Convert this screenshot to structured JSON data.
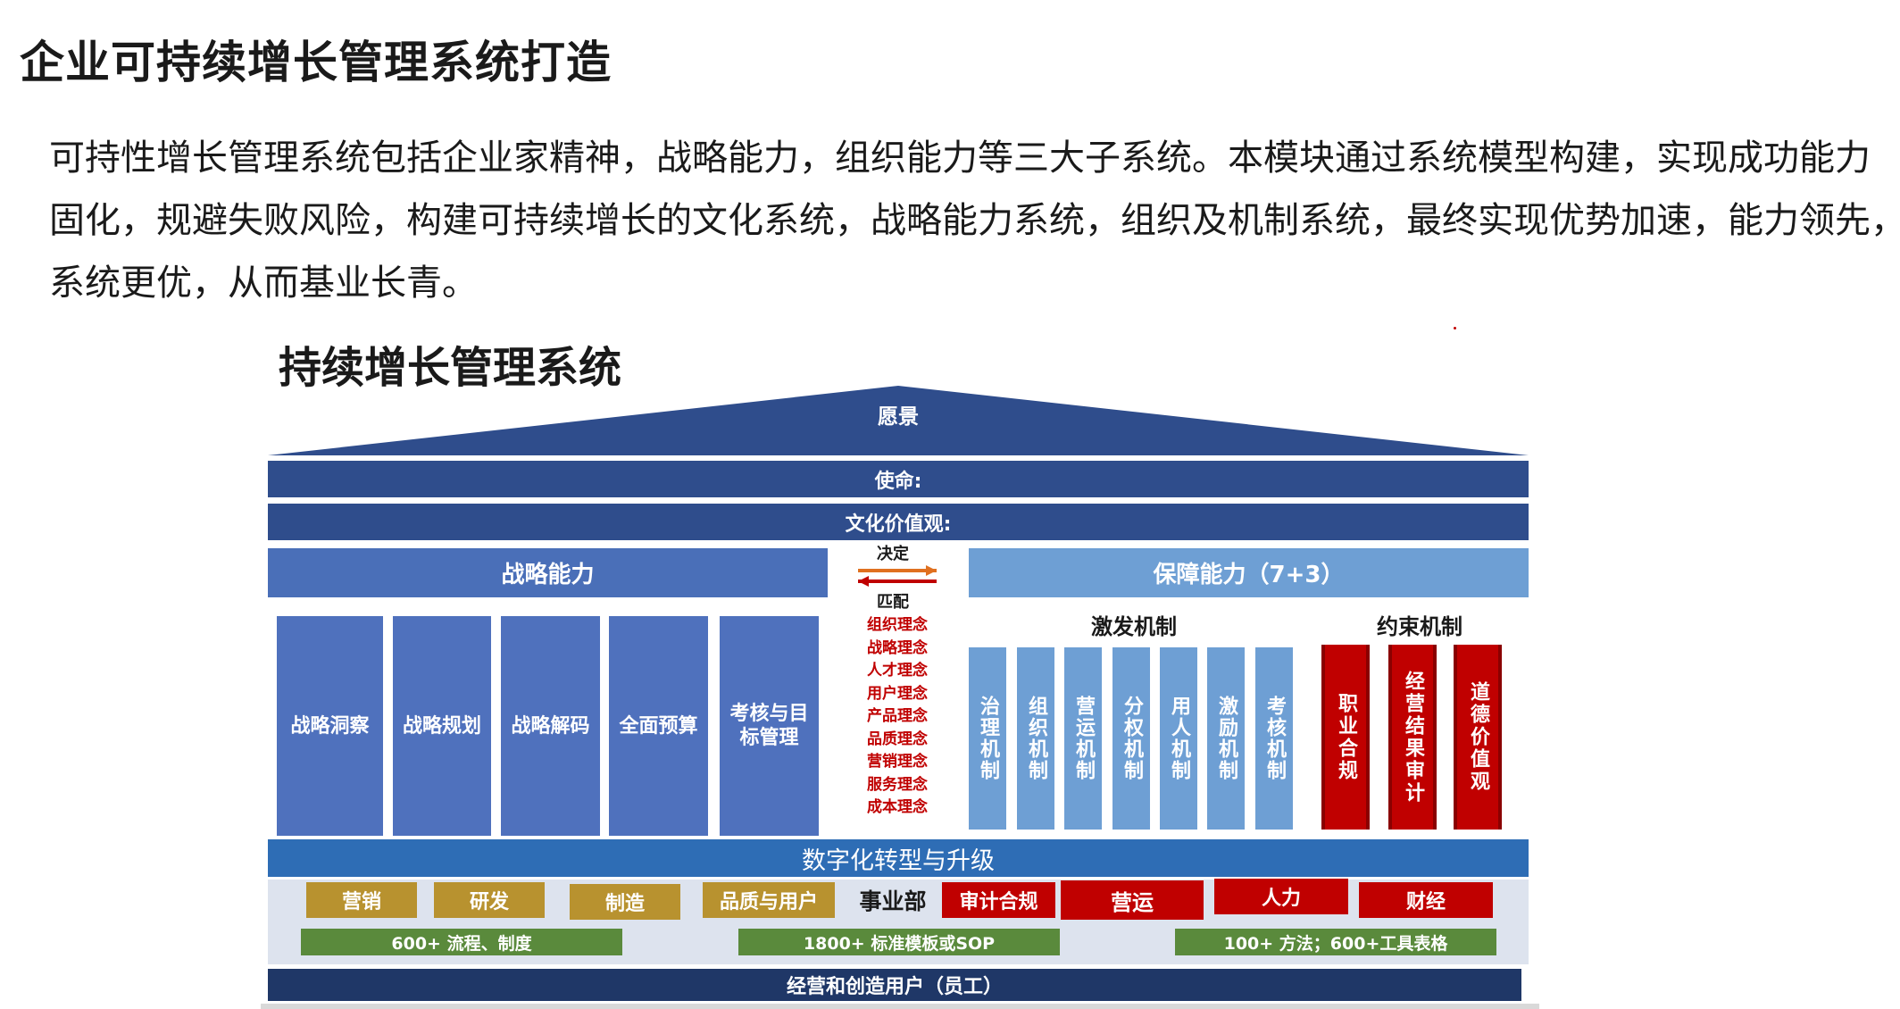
{
  "page_title": "企业可持续增长管理系统打造",
  "intro_lines": [
    "可持性增长管理系统包括企业家精神，战略能力，组织能力等三大子系统。本模块通过系统模型构建，实现成功能力",
    "固化，规避失败风险，构建可持续增长的文化系统，战略能力系统，组织及机制系统，最终实现优势加速，能力领先，",
    "系统更优，从而基业长青。"
  ],
  "diagram": {
    "title": "持续增长管理系统",
    "vision": "愿景",
    "mission": "使命:",
    "values": "文化价值观:",
    "strategy": {
      "label": "战略能力",
      "columns": [
        "战略洞察",
        "战略规划",
        "战略解码",
        "全面预算",
        "考核与目标管理"
      ]
    },
    "middle": {
      "decide": "决定",
      "match": "匹配",
      "concepts": [
        "组织理念",
        "战略理念",
        "人才理念",
        "用户理念",
        "产品理念",
        "品质理念",
        "营销理念",
        "服务理念",
        "成本理念"
      ]
    },
    "guarantee": {
      "label": "保障能力（7+3）",
      "incentive_label": "激发机制",
      "incentive": [
        "治理机制",
        "组织机制",
        "营运机制",
        "分权机制",
        "用人机制",
        "激励机制",
        "考核机制"
      ],
      "constraint_label": "约束机制",
      "constraint": [
        "职业合规",
        "经营结果审计",
        "道德价值观"
      ]
    },
    "digital": "数字化转型与升级",
    "departments": {
      "functions": [
        "营销",
        "研发",
        "制造",
        "品质与用户"
      ],
      "business_unit": "事业部",
      "support": [
        "审计合规",
        "营运",
        "人力",
        "财经"
      ]
    },
    "assets": [
      "600+ 流程、制度",
      "1800+ 标准模板或SOP",
      "100+ 方法；600+工具表格"
    ],
    "base": "经营和创造用户（员工）"
  },
  "colors": {
    "navy": "#2f4d8c",
    "light_blue": "#6e9fd4",
    "red": "#c00000",
    "gold": "#b8922f",
    "green": "#5a8a3c"
  }
}
